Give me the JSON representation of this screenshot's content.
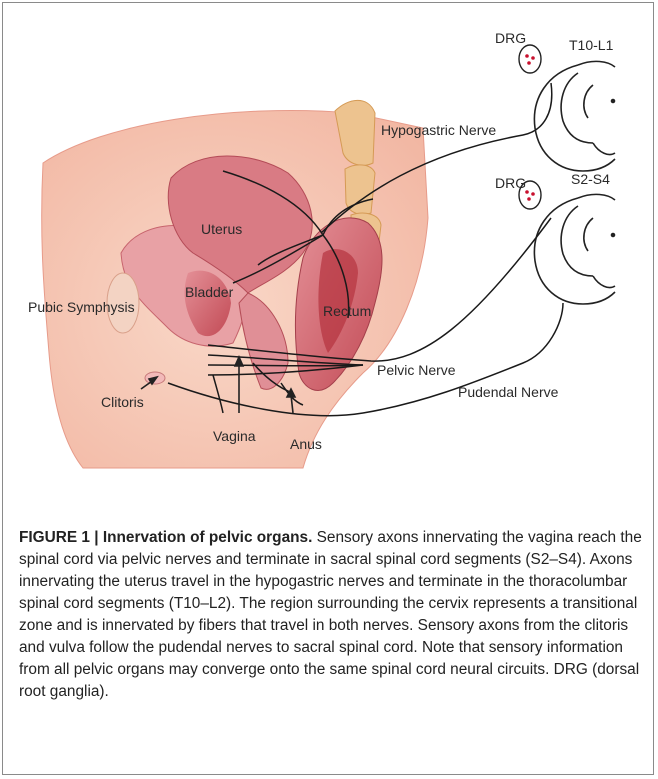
{
  "figure": {
    "labels": {
      "drg_top": "DRG",
      "t10_l1": "T10-L1",
      "hypogastric": "Hypogastric Nerve",
      "drg_bottom": "DRG",
      "s2_s4": "S2-S4",
      "uterus": "Uterus",
      "bladder": "Bladder",
      "pubic": "Pubic Symphysis",
      "rectum": "Rectum",
      "pelvic": "Pelvic Nerve",
      "pudendal": "Pudendal Nerve",
      "clitoris": "Clitoris",
      "vagina": "Vagina",
      "anus": "Anus"
    },
    "colors": {
      "skin": "#f6c9b7",
      "organ": "#c95a62",
      "bone": "#e8b67a",
      "nerve": "#1a1a1a",
      "ganglion_dot": "#c8102e"
    }
  },
  "caption": {
    "heading": "FIGURE 1 | Innervation of pelvic organs.",
    "body": " Sensory axons innervating the vagina reach the spinal cord via pelvic nerves and terminate in sacral spinal cord segments (S2–S4). Axons innervating the uterus travel in the hypogastric nerves and terminate in the thoracolumbar spinal cord segments (T10–L2). The region surrounding the cervix represents a transitional zone and is innervated by fibers that travel in both nerves. Sensory axons from the clitoris and vulva follow the pudendal nerves to sacral spinal cord. Note that sensory information from all pelvic organs may converge onto the same spinal cord neural circuits. DRG (dorsal root ganglia)."
  }
}
